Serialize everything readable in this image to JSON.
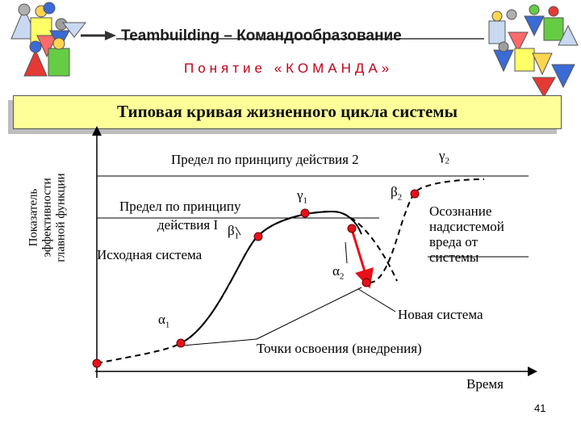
{
  "header": {
    "title": "Teambuilding – Командообразование",
    "subtitle": "Понятие «КОМАНДА»"
  },
  "banner": {
    "title": "Типовая кривая жизненного цикла системы"
  },
  "diagram": {
    "y_axis_label": [
      "Показатель",
      "эффективности",
      "главной функции"
    ],
    "x_axis_label": "Время",
    "labels": {
      "limit2": "Предел по принципу действия 2",
      "limit1_line1": "Предел по принципу",
      "limit1_line2": "действия I",
      "initial_system": "Исходная система",
      "new_system": "Новая система",
      "adoption_points": "Точки освоения (внедрения)",
      "awareness": [
        "Осознание",
        "надсистемой",
        "вреда от",
        "системы"
      ]
    },
    "greek": {
      "alpha1": "α",
      "alpha1_sub": "1",
      "alpha2": "α",
      "alpha2_sub": "2",
      "beta1": "β",
      "beta1_sub": "1",
      "beta2": "β",
      "beta2_sub": "2",
      "gamma1": "γ",
      "gamma1_sub": "1",
      "gamma2": "γ",
      "gamma2_sub": "2"
    },
    "colors": {
      "point": "#e8101a",
      "arrow": "#e8101a",
      "curve": "#000000"
    }
  },
  "footer": {
    "page_number": "41"
  }
}
